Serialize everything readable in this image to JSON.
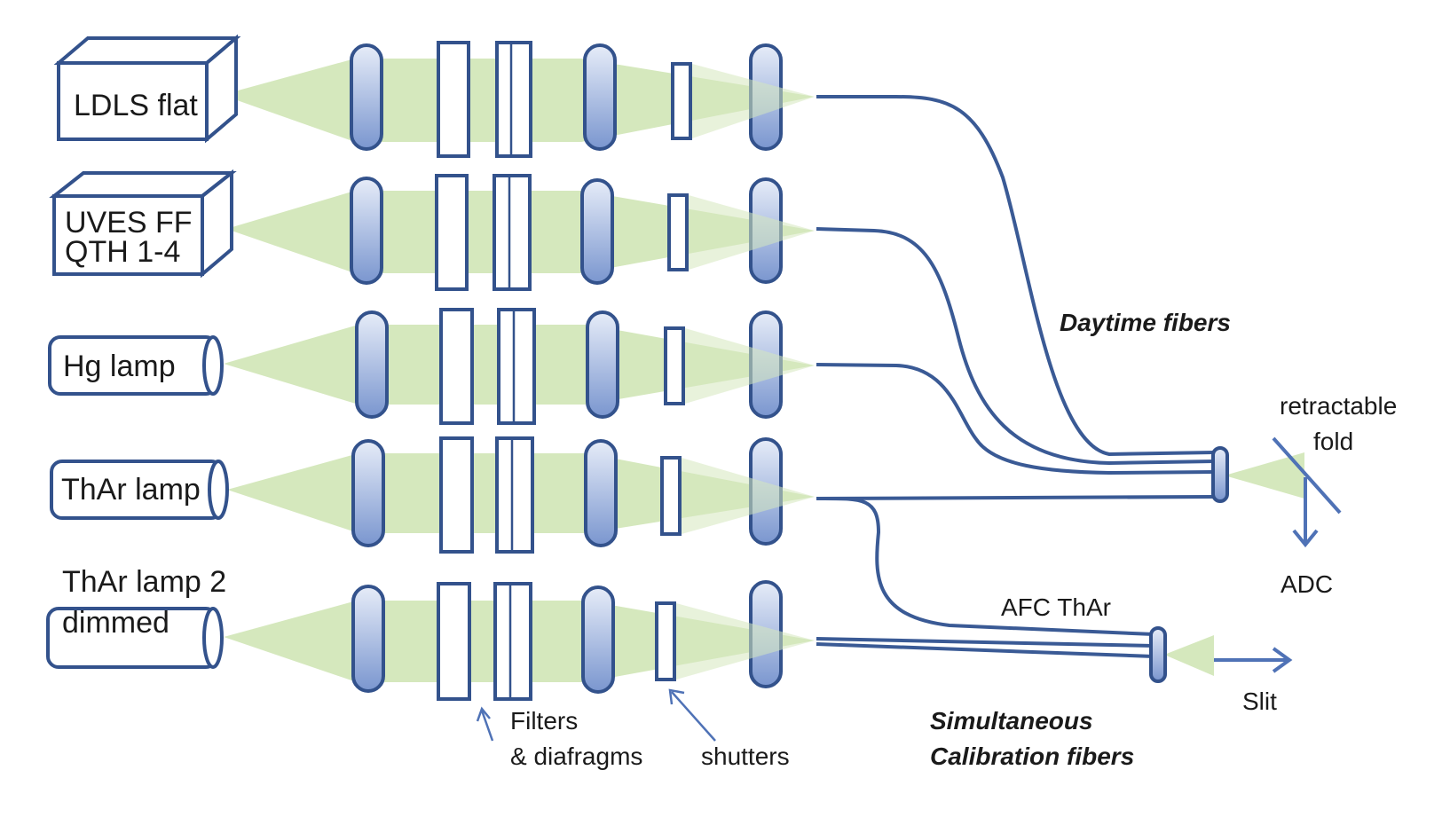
{
  "sources": [
    {
      "lines": [
        "LDLS flat"
      ]
    },
    {
      "lines": [
        "UVES FF",
        "QTH 1-4"
      ]
    },
    {
      "lines": [
        "Hg lamp"
      ]
    },
    {
      "lines": [
        "ThAr lamp"
      ]
    },
    {
      "lines": [
        "ThAr lamp  2",
        "dimmed"
      ]
    }
  ],
  "labels": {
    "daytime": "Daytime fibers",
    "retractable": "retractable",
    "fold": "fold",
    "adc": "ADC",
    "afc": "AFC  ThAr",
    "slit": "Slit",
    "filters_1": "Filters",
    "filters_2": "& diafragms",
    "shutters": "shutters",
    "simul_1": "Simultaneous",
    "simul_2": "Calibration  fibers"
  },
  "colors": {
    "lens_fill_top": "#e6ecf8",
    "lens_fill_bottom": "#7a96cf",
    "outline": "#33528c",
    "beam": "#d5e8bd",
    "fiber": "#3a5a95",
    "arrow": "#4f72b6"
  }
}
